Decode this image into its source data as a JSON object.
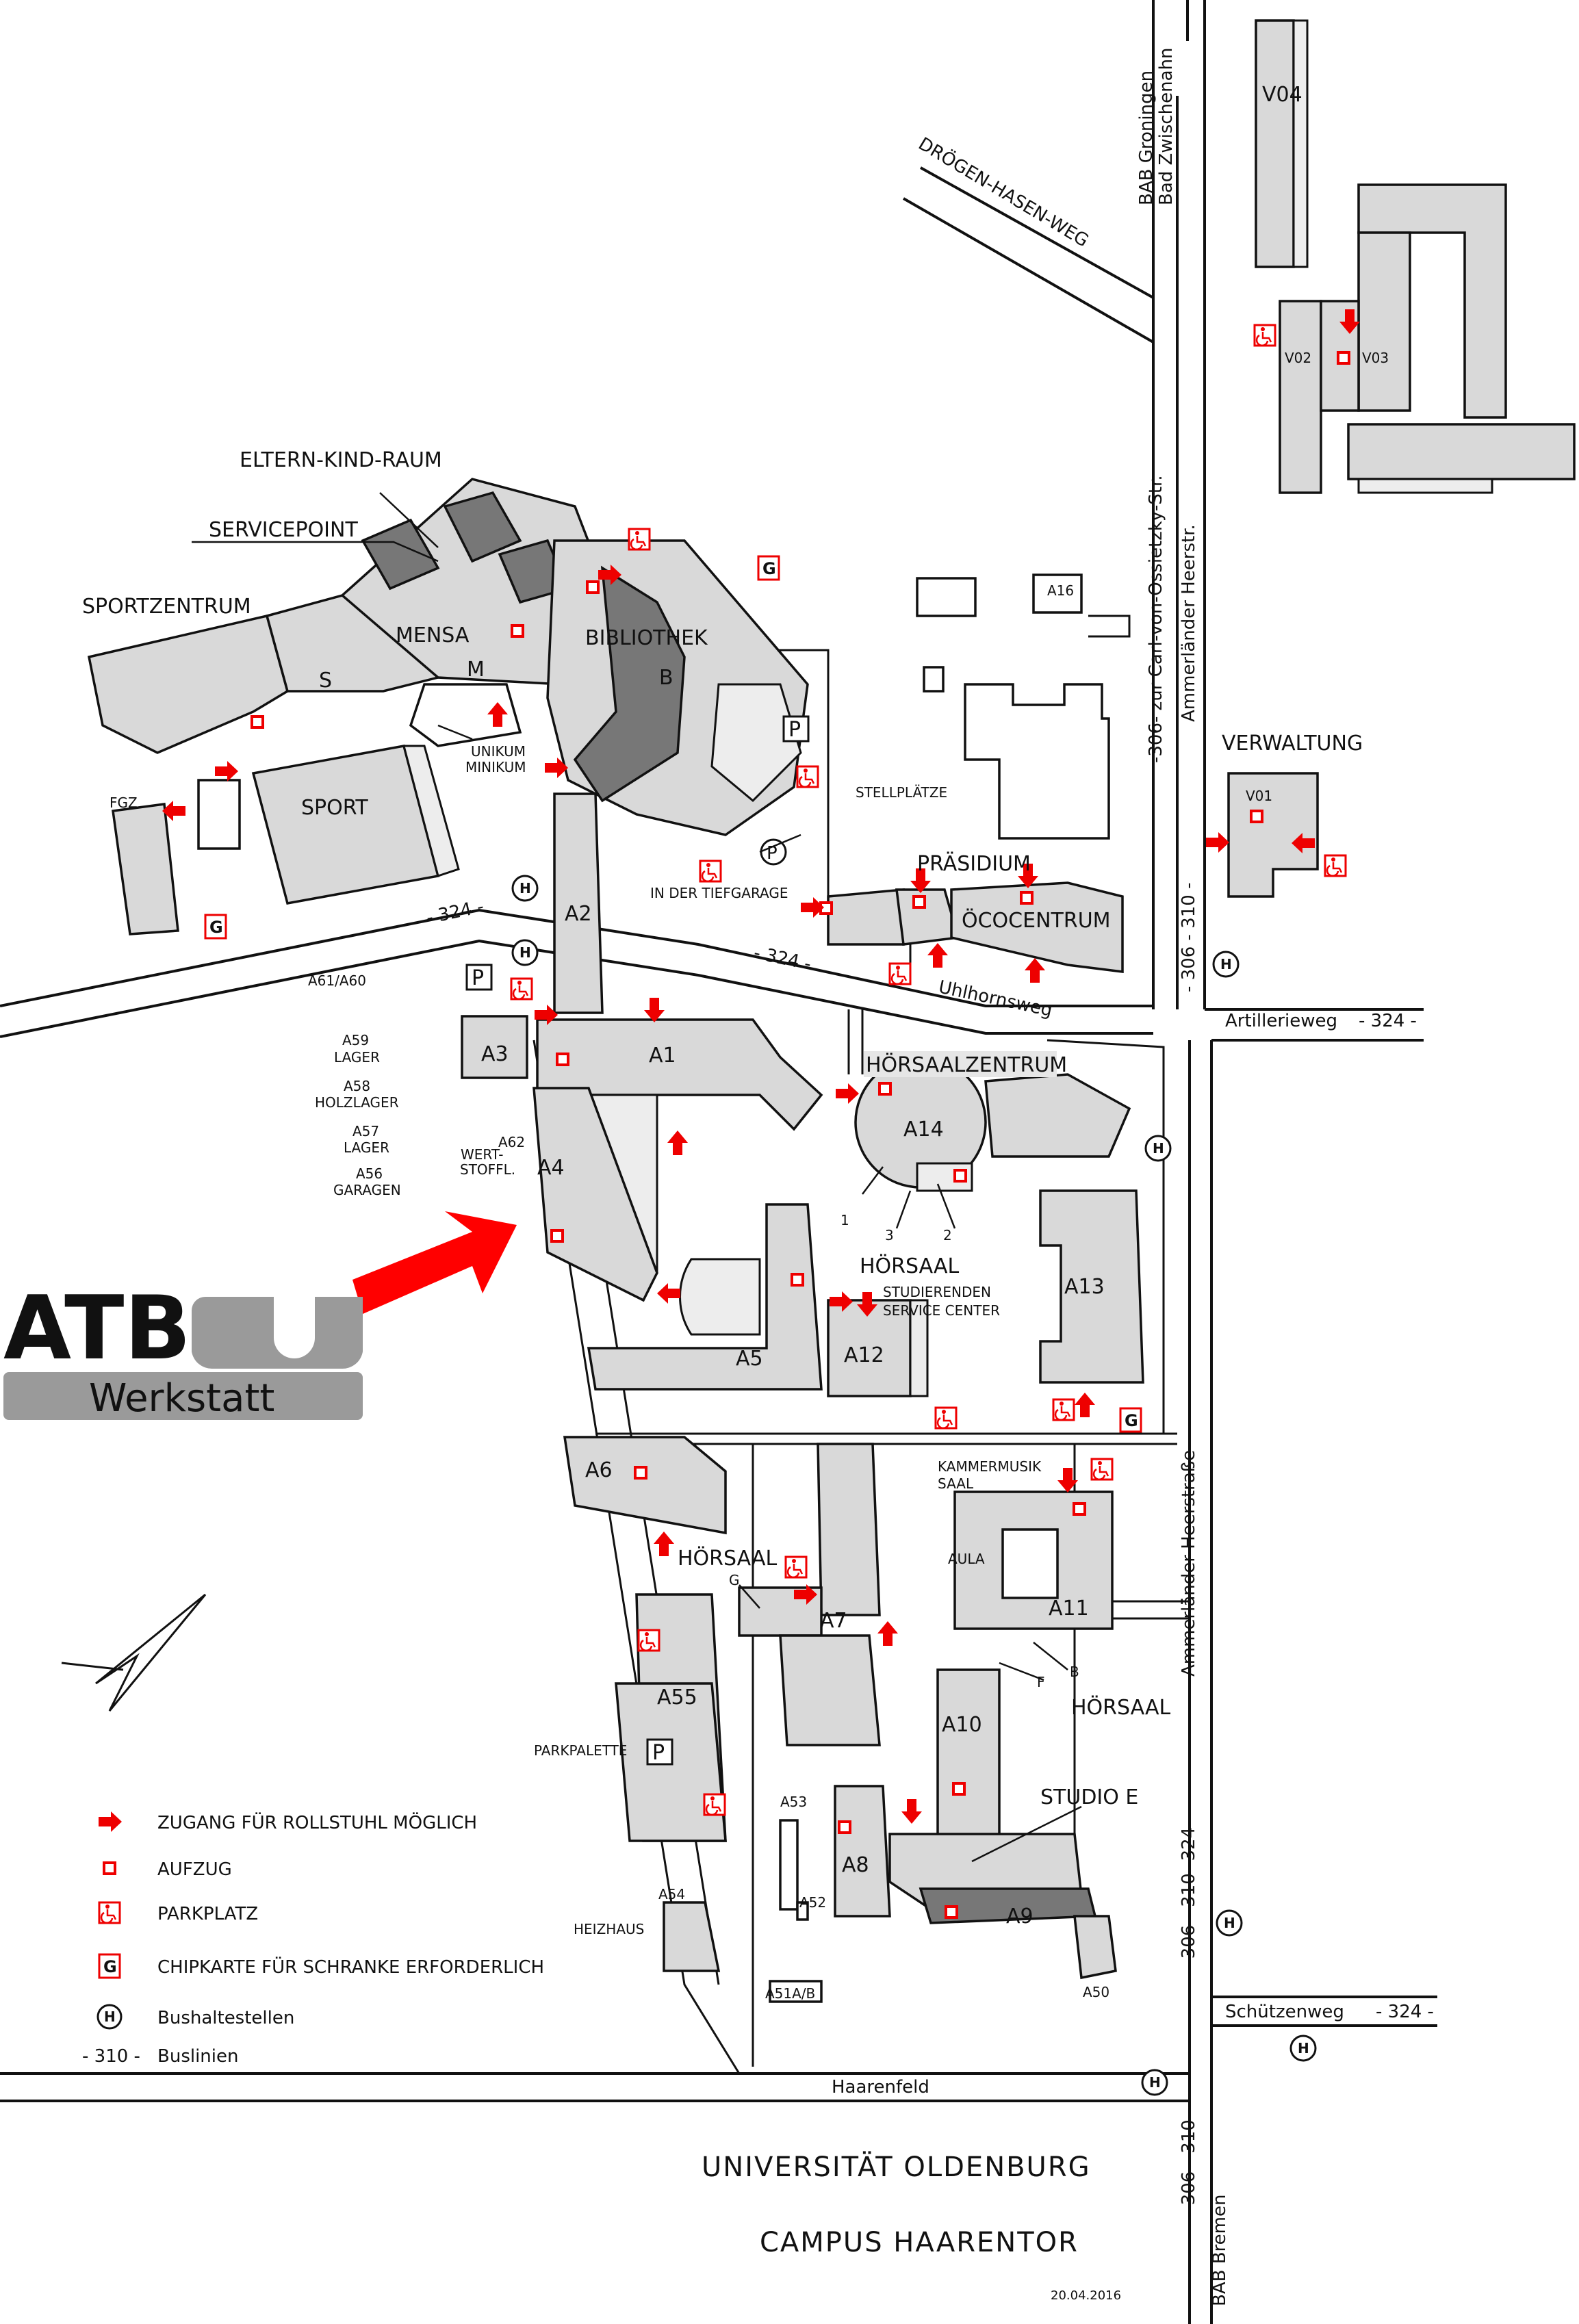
{
  "map": {
    "title": "UNIVERSITÄT OLDENBURG",
    "subtitle": "CAMPUS HAARENTOR",
    "date": "20.04.2016",
    "logo": {
      "name": "ATB",
      "sub": "Werkstatt"
    },
    "colors": {
      "building": "#d9d9d9",
      "building_dark": "#777777",
      "accent": "#e00000",
      "ink": "#111111"
    },
    "area_labels": {
      "eltern_kind": "ELTERN-KIND-RAUM",
      "servicepoint": "SERVICEPOINT",
      "sportzentrum": "SPORTZENTRUM",
      "mensa": "MENSA",
      "m": "M",
      "s": "S",
      "bibliothek": "BIBLIOTHEK",
      "b": "B",
      "unikum": "UNIKUM",
      "minikum": "MINIKUM",
      "sport": "SPORT",
      "fgz": "FGZ",
      "tiefgarage": "IN DER TIEFGARAGE",
      "stellplaetze": "STELLPLÄTZE",
      "praesidium": "PRÄSIDIUM",
      "oecocentrum": "ÖCOCENTRUM",
      "verwaltung": "VERWALTUNG",
      "hoersaalzentrum": "HÖRSAALZENTRUM",
      "hoersaal": "HÖRSAAL",
      "studierenden": "STUDIERENDEN",
      "service_center": "SERVICE CENTER",
      "kammermusik": "KAMMERMUSIK",
      "saal": "SAAL",
      "aula": "AULA",
      "studio_e": "STUDIO E",
      "parkpalette": "PARKPALETTE",
      "heizhaus": "HEIZHAUS",
      "a61_a60": "A61/A60",
      "a59": "A59",
      "lager": "LAGER",
      "a58": "A58",
      "holzlager": "HOLZLAGER",
      "a57": "A57",
      "a56": "A56",
      "garagen": "GARAGEN",
      "a62": "A62",
      "wert": "WERT-",
      "stoffl": "STOFFL.",
      "n1": "1",
      "n2": "2",
      "n3": "3",
      "b_letter": "B",
      "f_letter": "F",
      "g_letter": "G",
      "p": "P"
    },
    "buildings": {
      "a1": "A1",
      "a2": "A2",
      "a3": "A3",
      "a4": "A4",
      "a5": "A5",
      "a6": "A6",
      "a7": "A7",
      "a8": "A8",
      "a9": "A9",
      "a10": "A10",
      "a11": "A11",
      "a12": "A12",
      "a13": "A13",
      "a14": "A14",
      "a16": "A16",
      "a50": "A50",
      "a51": "A51A/B",
      "a52": "A52",
      "a53": "A53",
      "a54": "A54",
      "a55": "A55",
      "v01": "V01",
      "v02": "V02",
      "v03": "V03",
      "v04": "V04"
    },
    "streets": {
      "bab_groningen": "BAB Groningen",
      "bad_zwischenahn": "Bad Zwischenahn",
      "droegen_hasen_weg": "DRÖGEN-HASEN-WEG",
      "ossietzky": "-306- zur Carl-von-Ossietzky-Str.",
      "ammerlaender_heerstr": "Ammerländer Heerstr.",
      "ammerlaender_heerstrasse": "Ammerländer Heerstraße",
      "route_306_310_a": "- 306 - 310 -",
      "route_306_310_324": "- 306 - 310 -324-",
      "route_306_310_b": "- 306 - 310 -",
      "uhlhornsweg": "Uhlhornsweg",
      "route_324_a": "- 324 -",
      "route_324_b": "- 324 -",
      "artillerieweg": "Artillerieweg",
      "route_324_c": "- 324 -",
      "schuetzenweg": "Schützenweg",
      "route_324_d": "- 324 -",
      "haarenfeld": "Haarenfeld",
      "bab_bremen": "BAB Bremen"
    },
    "symbols": {
      "bus_stop": "H",
      "chipcard": "G",
      "parking": "P"
    },
    "legend": {
      "ramp": "ZUGANG FÜR ROLLSTUHL MÖGLICH",
      "elevator": "AUFZUG",
      "parking": "PARKPLATZ",
      "chipcard": "CHIPKARTE FÜR SCHRANKE ERFORDERLICH",
      "bus_stop": "Bushaltestellen",
      "bus_line_code": "- 310 -",
      "bus_lines": "Buslinien"
    }
  }
}
